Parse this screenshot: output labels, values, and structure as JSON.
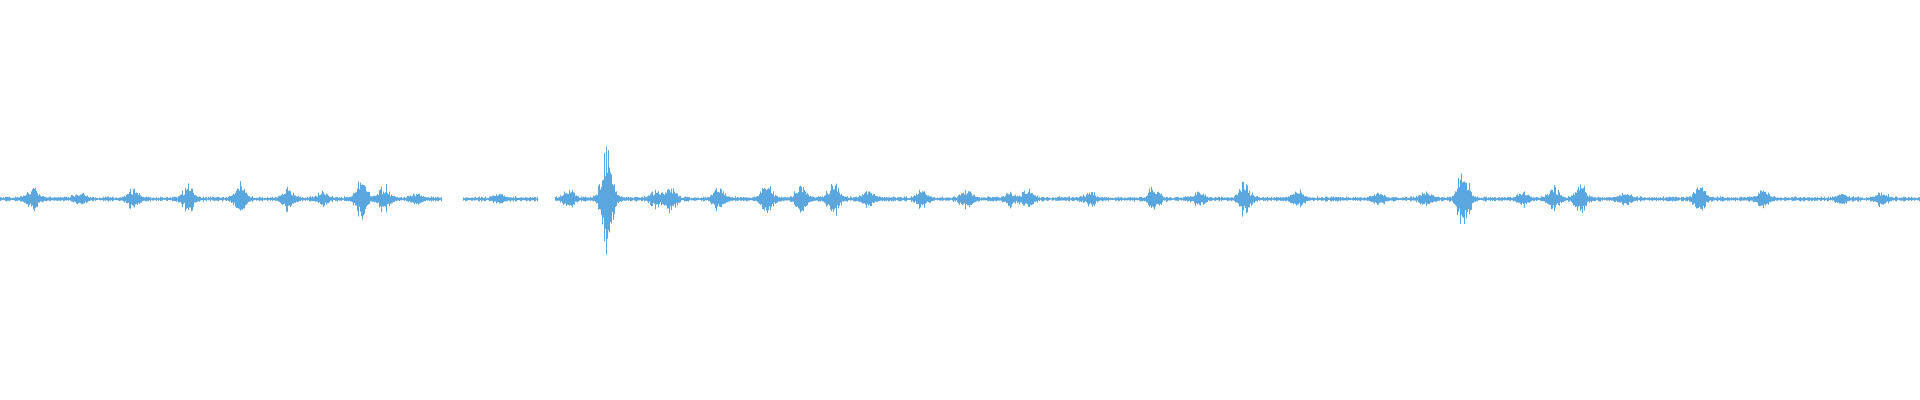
{
  "waveform": {
    "color": "#5aa7df",
    "baseline_amplitude": 0.012,
    "duration_fraction_covered": 1.0,
    "silent_gaps": [
      {
        "start": 0.23,
        "end": 0.241
      },
      {
        "start": 0.28,
        "end": 0.289
      }
    ],
    "bursts": [
      {
        "pos": 0.017,
        "amp": 0.05
      },
      {
        "pos": 0.041,
        "amp": 0.03
      },
      {
        "pos": 0.069,
        "amp": 0.05
      },
      {
        "pos": 0.098,
        "amp": 0.06
      },
      {
        "pos": 0.125,
        "amp": 0.07
      },
      {
        "pos": 0.15,
        "amp": 0.05
      },
      {
        "pos": 0.168,
        "amp": 0.03
      },
      {
        "pos": 0.188,
        "amp": 0.09
      },
      {
        "pos": 0.2,
        "amp": 0.06
      },
      {
        "pos": 0.217,
        "amp": 0.02
      },
      {
        "pos": 0.26,
        "amp": 0.02
      },
      {
        "pos": 0.296,
        "amp": 0.04
      },
      {
        "pos": 0.316,
        "amp": 0.26
      },
      {
        "pos": 0.341,
        "amp": 0.04
      },
      {
        "pos": 0.349,
        "amp": 0.06
      },
      {
        "pos": 0.374,
        "amp": 0.05
      },
      {
        "pos": 0.399,
        "amp": 0.08
      },
      {
        "pos": 0.417,
        "amp": 0.07
      },
      {
        "pos": 0.434,
        "amp": 0.08
      },
      {
        "pos": 0.452,
        "amp": 0.04
      },
      {
        "pos": 0.48,
        "amp": 0.04
      },
      {
        "pos": 0.503,
        "amp": 0.05
      },
      {
        "pos": 0.526,
        "amp": 0.03
      },
      {
        "pos": 0.535,
        "amp": 0.04
      },
      {
        "pos": 0.568,
        "amp": 0.03
      },
      {
        "pos": 0.601,
        "amp": 0.06
      },
      {
        "pos": 0.624,
        "amp": 0.03
      },
      {
        "pos": 0.648,
        "amp": 0.08
      },
      {
        "pos": 0.676,
        "amp": 0.04
      },
      {
        "pos": 0.718,
        "amp": 0.03
      },
      {
        "pos": 0.742,
        "amp": 0.03
      },
      {
        "pos": 0.762,
        "amp": 0.15
      },
      {
        "pos": 0.793,
        "amp": 0.03
      },
      {
        "pos": 0.809,
        "amp": 0.05
      },
      {
        "pos": 0.823,
        "amp": 0.08
      },
      {
        "pos": 0.846,
        "amp": 0.03
      },
      {
        "pos": 0.885,
        "amp": 0.07
      },
      {
        "pos": 0.918,
        "amp": 0.04
      },
      {
        "pos": 0.959,
        "amp": 0.02
      },
      {
        "pos": 0.98,
        "amp": 0.03
      }
    ]
  }
}
